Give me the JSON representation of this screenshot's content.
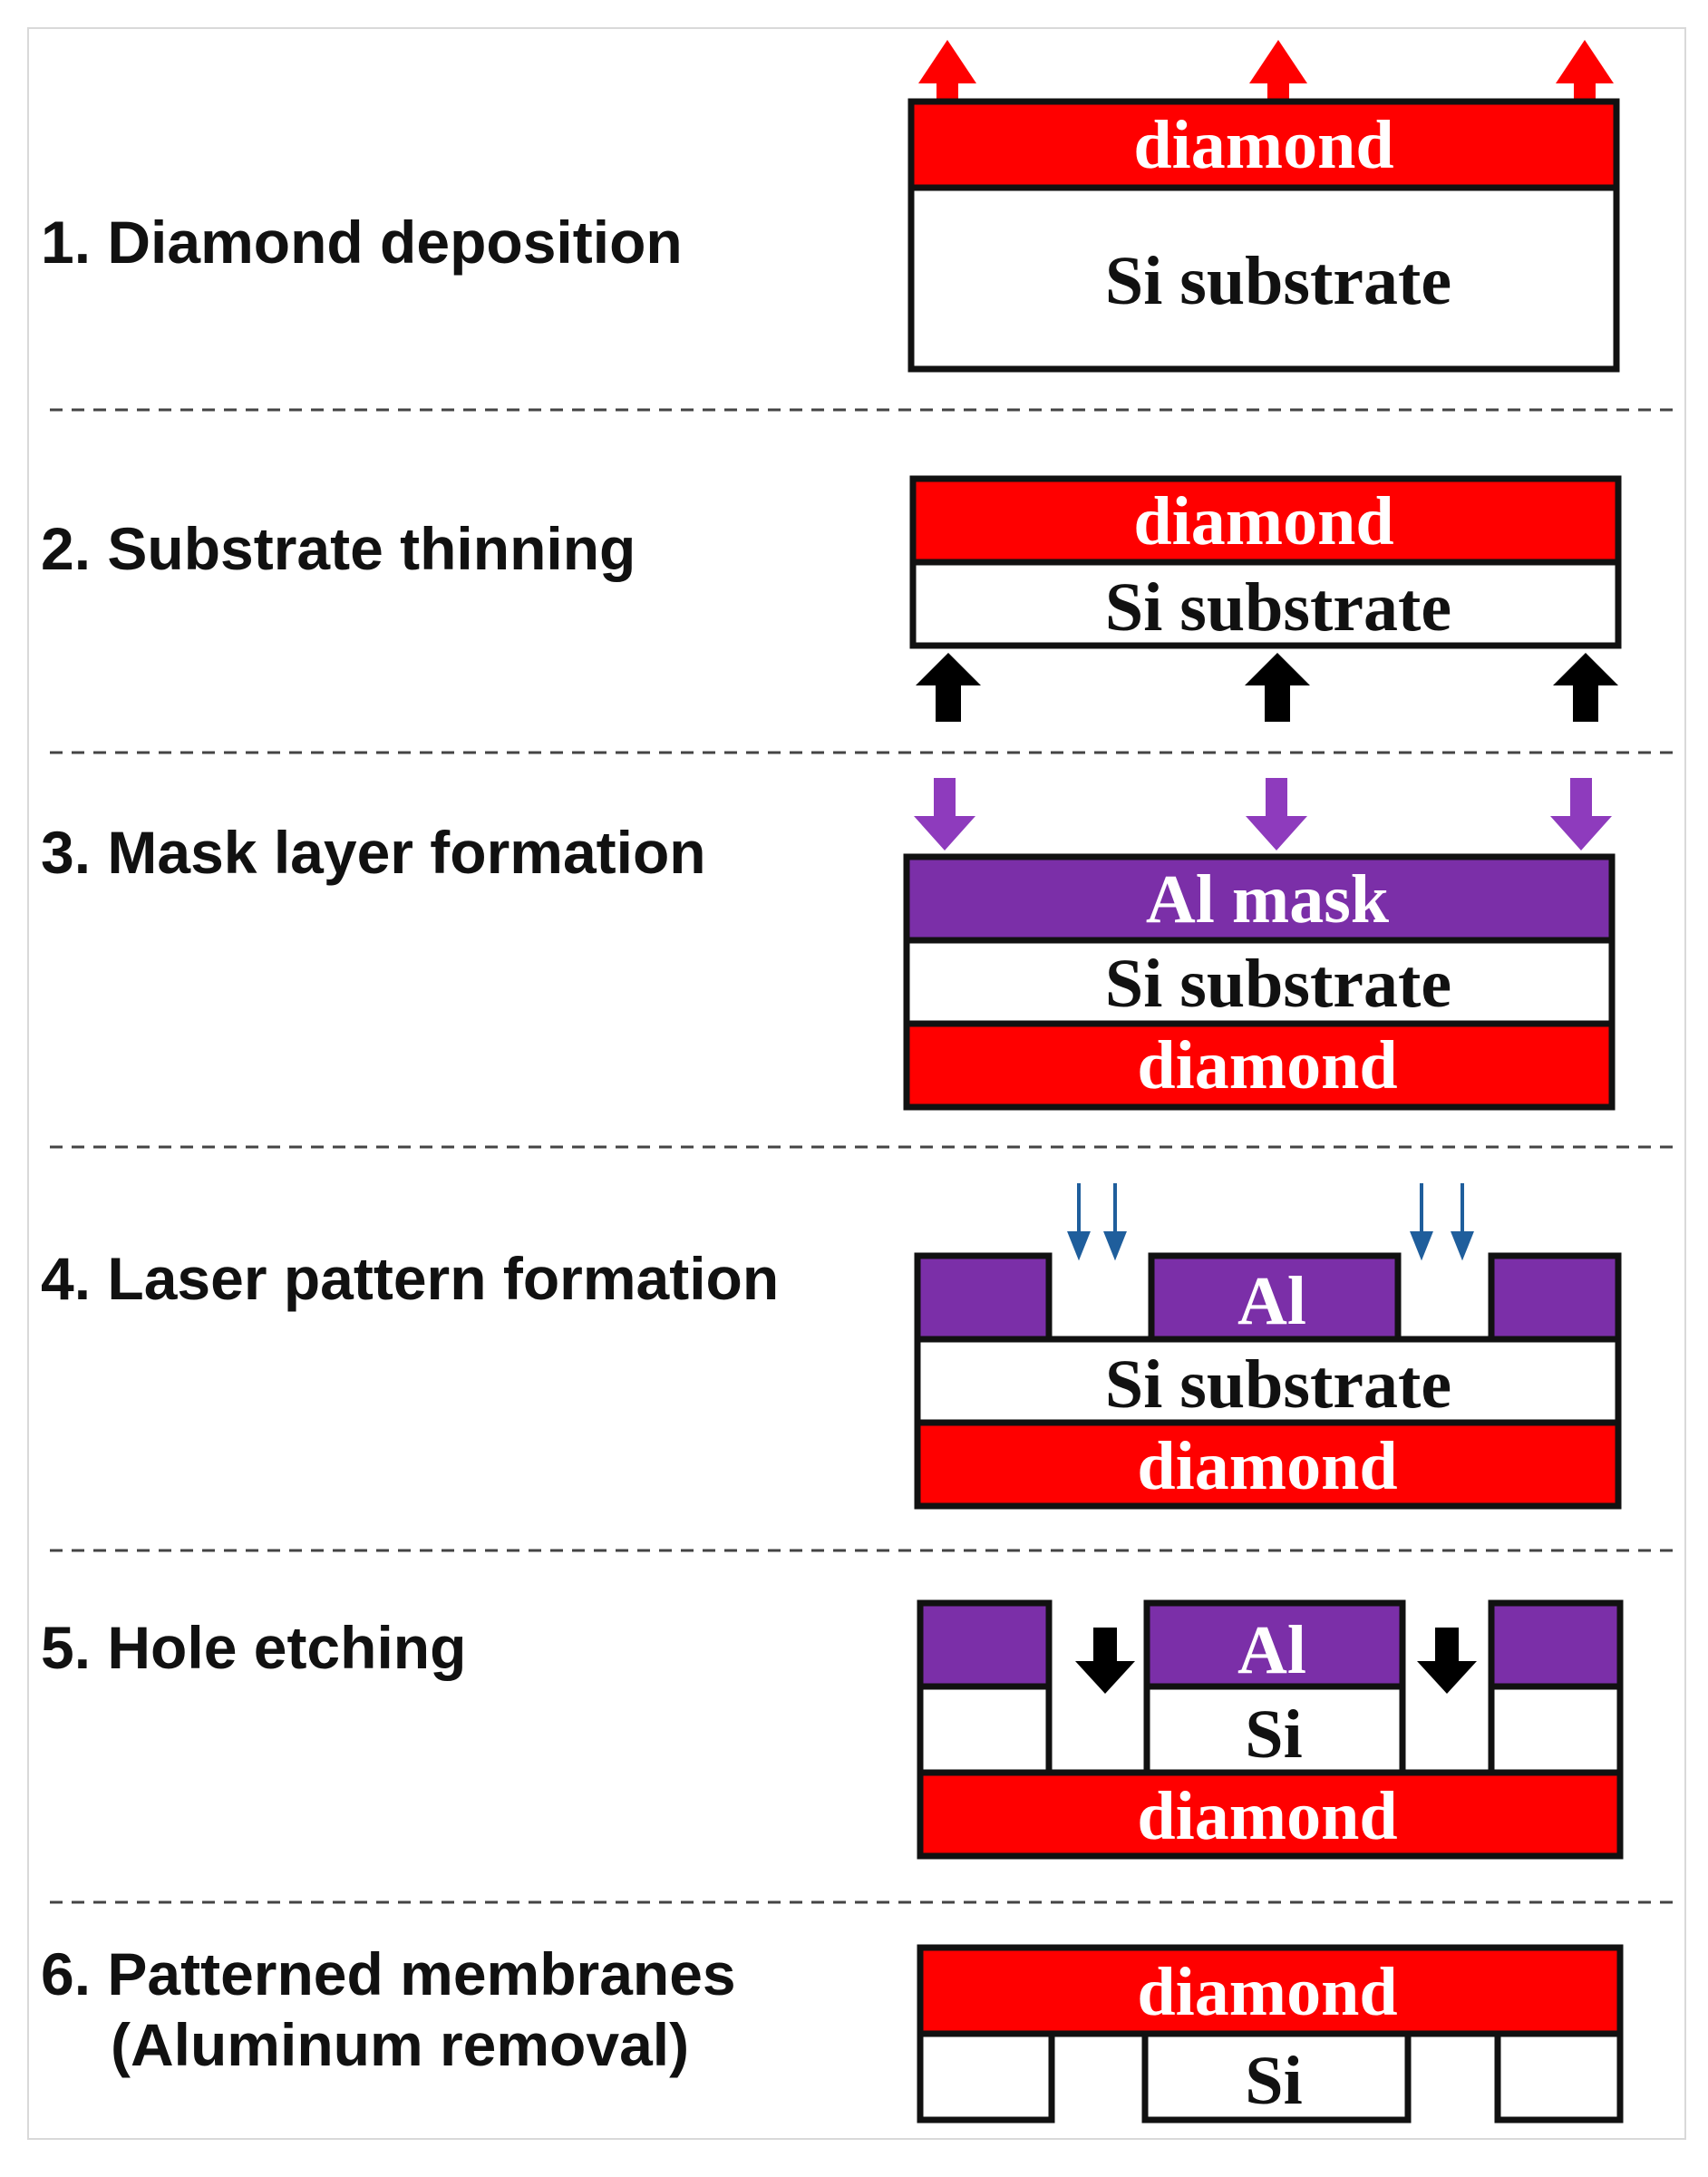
{
  "steps": [
    {
      "label": "1. Diamond deposition"
    },
    {
      "label": "2. Substrate thinning"
    },
    {
      "label": "3. Mask layer formation"
    },
    {
      "label": "4. Laser pattern formation"
    },
    {
      "label": "5. Hole etching"
    },
    {
      "label": "6. Patterned membranes",
      "label_line2": "(Aluminum removal)"
    }
  ],
  "layers": {
    "diamond": "diamond",
    "si_substrate": "Si substrate",
    "al_mask": "Al mask",
    "al": "Al",
    "si": "Si"
  },
  "colors": {
    "diamond": "#ff0000",
    "al": "#7b2fa8",
    "si": "#ffffff",
    "outline": "#111111",
    "diamond_arrow": "#ff0000",
    "thinning_arrow": "#000000",
    "mask_arrow": "#8e3bbd",
    "laser_arrow": "#1f5e9c",
    "etch_arrow": "#000000"
  },
  "icons": {
    "step1_arrows": "up-arrow-icon",
    "step2_arrows": "up-arrow-icon",
    "step3_arrows": "down-arrow-icon",
    "step4_arrows": "thin-down-arrow-icon",
    "step5_arrows": "down-arrow-icon"
  }
}
